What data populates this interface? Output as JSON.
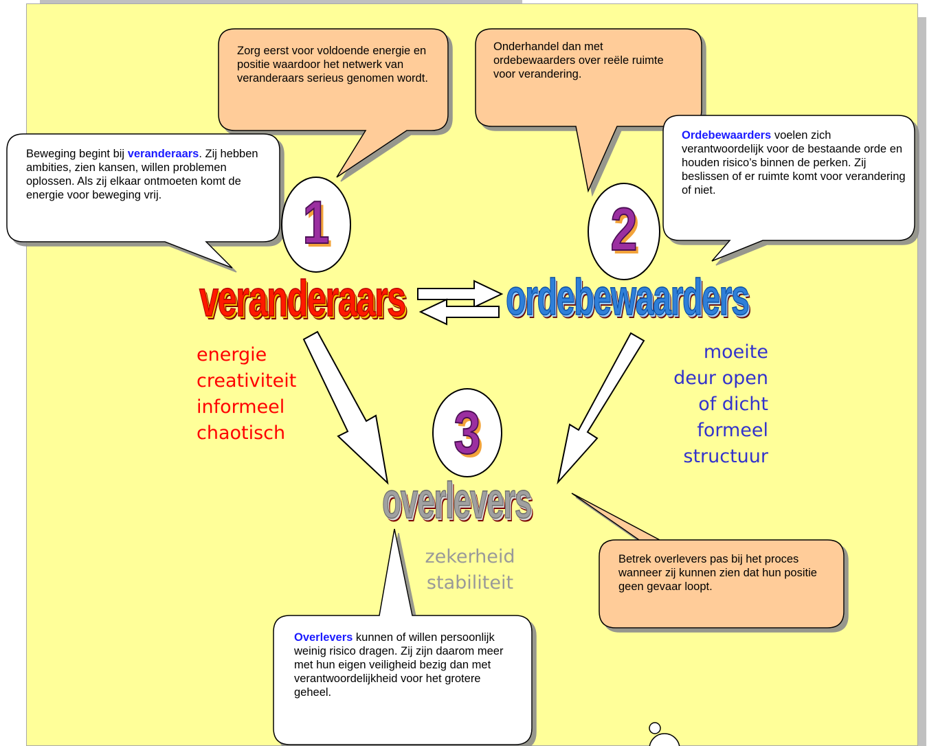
{
  "bubbles": {
    "top_left": {
      "text": "Zorg eerst voor voldoende energie en positie waardoor het netwerk van veranderaars serieus genomen wordt."
    },
    "top_right": {
      "text": "Onderhandel dan met ordebewaarders over reële ruimte voor verandering."
    },
    "left": {
      "prefix": "Beweging begint bij ",
      "highlight": "veranderaars",
      "suffix": ". Zij hebben ambities, zien kansen, willen problemen oplossen. Als zij elkaar ontmoeten komt de energie voor beweging vrij."
    },
    "right": {
      "highlight": "Ordebewaarders",
      "suffix": " voelen zich verantwoordelijk voor de bestaande orde en houden risico’s binnen de perken. Zij beslissen of er ruimte komt voor verandering of niet."
    },
    "bottom_right": {
      "text": "Betrek overlevers pas bij het proces wanneer zij kunnen zien dat hun positie geen gevaar loopt."
    },
    "bottom": {
      "highlight": "Overlevers",
      "suffix": " kunnen of willen persoonlijk weinig risico dragen. Zij zijn daarom meer met hun eigen veiligheid bezig dan met verantwoordelijkheid voor het grotere geheel."
    }
  },
  "groups": {
    "veranderaars": {
      "title": "veranderaars",
      "number": "1",
      "color": "#ff1a00",
      "traits": [
        "energie",
        "creativiteit",
        "informeel",
        "chaotisch"
      ]
    },
    "ordebewaarders": {
      "title": "ordebewaarders",
      "number": "2",
      "color": "#2f7fd8",
      "traits": [
        "moeite",
        "deur open",
        "of dicht",
        "formeel",
        "structuur"
      ]
    },
    "overlevers": {
      "title": "overlevers",
      "number": "3",
      "color": "#9a9a9a",
      "traits": [
        "zekerheid",
        "stabiliteit"
      ]
    }
  },
  "colors": {
    "background": "#ffff99",
    "callout_orange": "#ffcc99",
    "callout_white": "#ffffff",
    "highlight_blue": "#1a1aff",
    "number_purple": "#9b2fa0",
    "traits_red": "#ff0000",
    "traits_blue": "#3333cc",
    "traits_grey": "#999999"
  }
}
